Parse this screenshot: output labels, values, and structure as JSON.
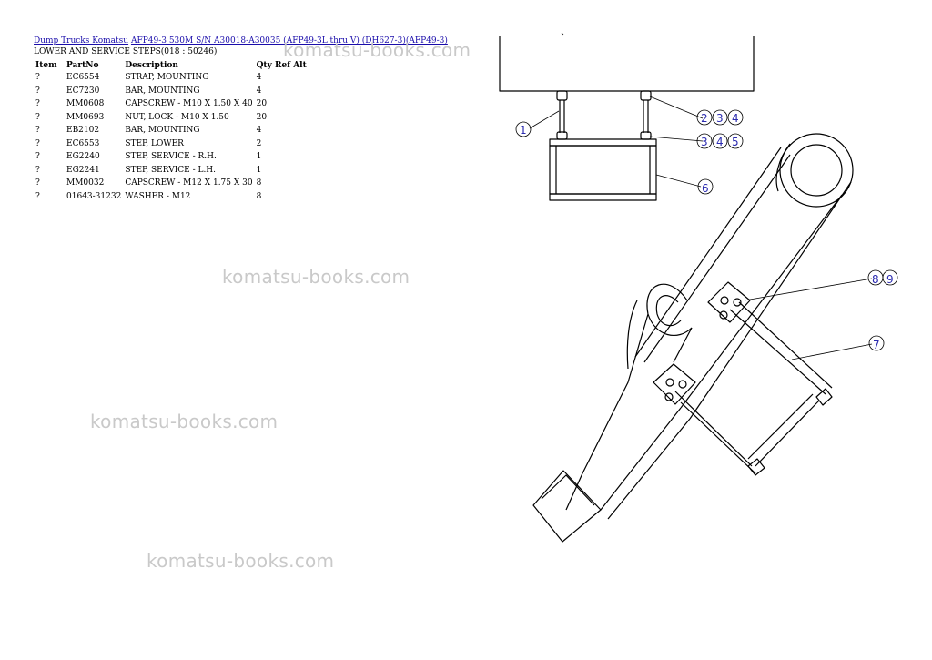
{
  "breadcrumb": {
    "link1": "Dump Trucks Komatsu",
    "link2": "AFP49-3 530M S/N A30018-A30035 (AFP49-3L thru V) (DH627-3)(AFP49-3)"
  },
  "subtitle": "LOWER AND SERVICE STEPS(018 : 50246)",
  "table": {
    "headers": {
      "item": "Item",
      "partno": "PartNo",
      "description": "Description",
      "qty": "Qty",
      "ref": "Ref",
      "alt": "Alt"
    },
    "rows": [
      {
        "item": "?",
        "partno": "EC6554",
        "description": "STRAP, MOUNTING",
        "qty": "4"
      },
      {
        "item": "?",
        "partno": "EC7230",
        "description": "BAR, MOUNTING",
        "qty": "4"
      },
      {
        "item": "?",
        "partno": "MM0608",
        "description": "CAPSCREW - M10 X 1.50 X 40",
        "qty": "20"
      },
      {
        "item": "?",
        "partno": "MM0693",
        "description": "NUT, LOCK - M10 X 1.50",
        "qty": "20"
      },
      {
        "item": "?",
        "partno": "EB2102",
        "description": "BAR, MOUNTING",
        "qty": "4"
      },
      {
        "item": "?",
        "partno": "EC6553",
        "description": "STEP, LOWER",
        "qty": "2"
      },
      {
        "item": "?",
        "partno": "EG2240",
        "description": "STEP, SERVICE - R.H.",
        "qty": "1"
      },
      {
        "item": "?",
        "partno": "EG2241",
        "description": "STEP, SERVICE - L.H.",
        "qty": "1"
      },
      {
        "item": "?",
        "partno": "MM0032",
        "description": "CAPSCREW - M12 X 1.75 X 30",
        "qty": "8"
      },
      {
        "item": "?",
        "partno": "01643-31232",
        "description": "WASHER - M12",
        "qty": "8"
      }
    ]
  },
  "watermark": "komatsu-books.com",
  "callouts": {
    "c1": "1",
    "c2": "2",
    "c3": "3",
    "c4": "4",
    "c5": "3",
    "c6": "4",
    "c7": "5",
    "c8": "6",
    "c9": "8",
    "c10": "9",
    "c11": "7"
  }
}
